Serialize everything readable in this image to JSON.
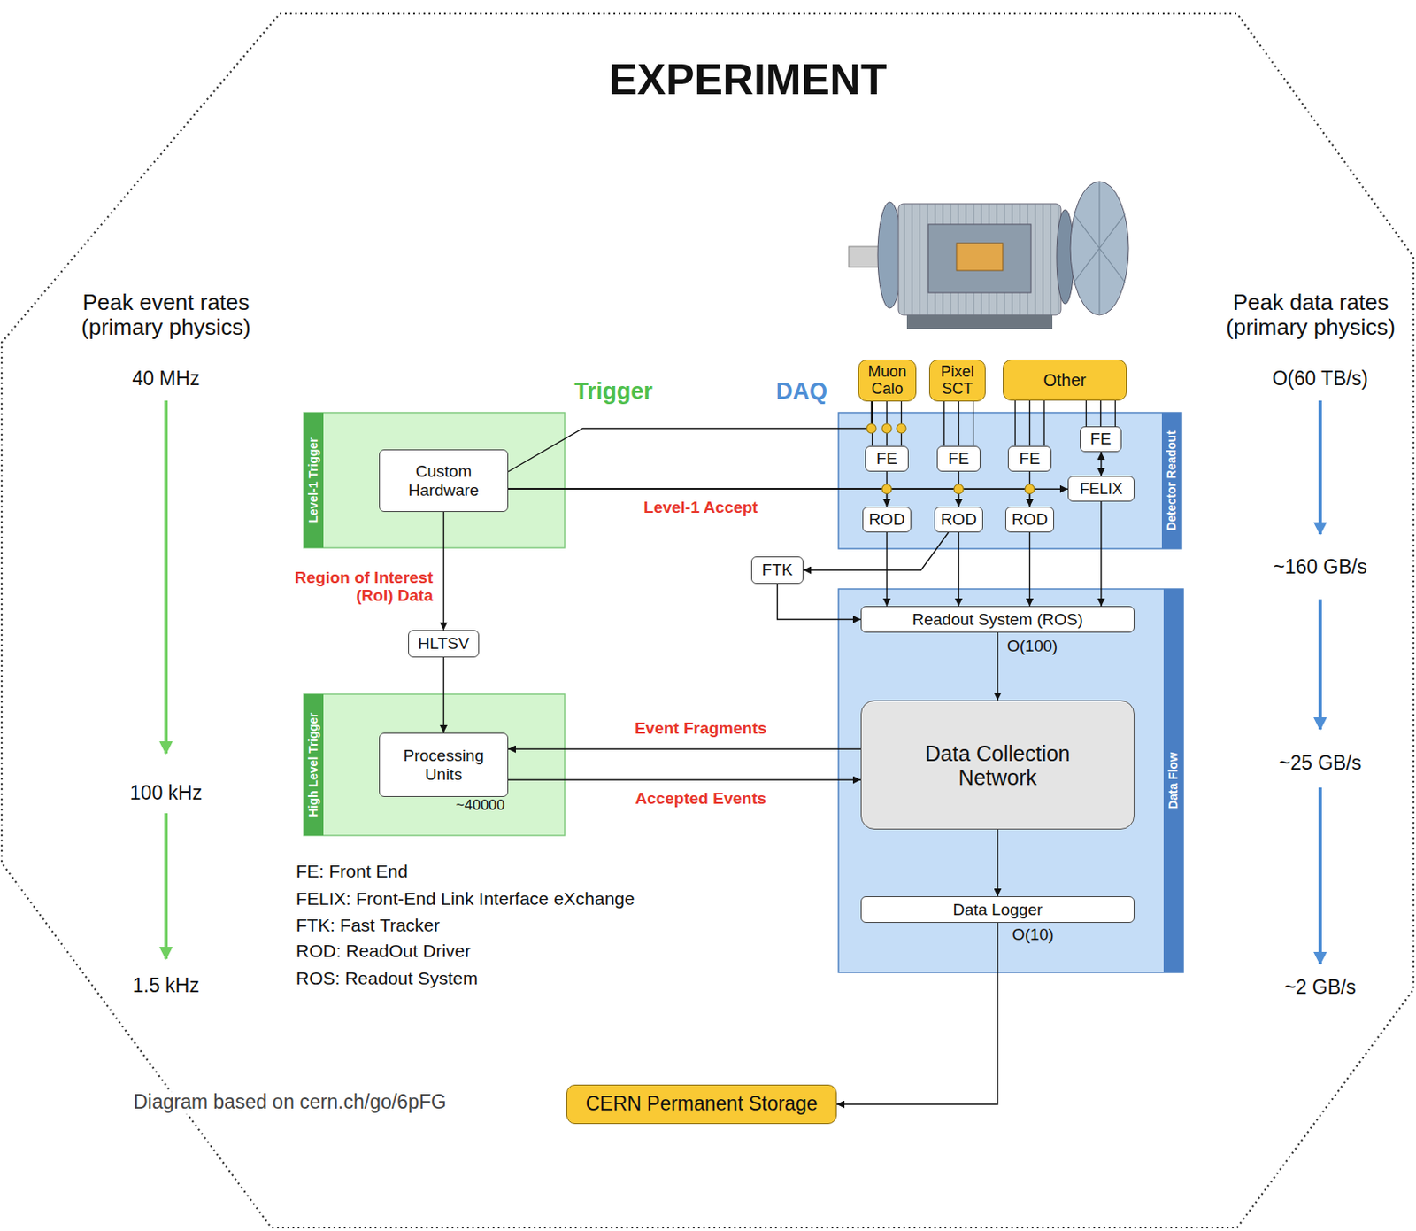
{
  "diagram": {
    "title": "EXPERIMENT",
    "caption": "Diagram based on cern.ch/go/6pFG",
    "nodes": [
      {
        "text": [
          "Level-1 Trigger"
        ]
      },
      {
        "text": [
          "Custom Hardware"
        ],
        "in": 0
      },
      {
        "text": [
          "Muon Calo"
        ]
      },
      {
        "text": [
          "Pixel SCT"
        ]
      },
      {
        "text": [
          "Other"
        ]
      },
      {
        "text": [
          "Detector Readout"
        ]
      },
      {
        "text": [
          "FE"
        ],
        "in": 5
      },
      {
        "text": [
          "FE"
        ],
        "in": 5
      },
      {
        "text": [
          "FE"
        ],
        "in": 5
      },
      {
        "text": [
          "FE"
        ],
        "in": 5
      },
      {
        "text": [
          "FELIX"
        ],
        "in": 5
      },
      {
        "text": [
          "ROD"
        ],
        "in": 5
      },
      {
        "text": [
          "ROD"
        ],
        "in": 5
      },
      {
        "text": [
          "ROD"
        ],
        "in": 5
      },
      {
        "text": [
          "FTK"
        ]
      },
      {
        "text": [
          "HLTSV"
        ]
      },
      {
        "text": [
          "High Level Trigger"
        ]
      },
      {
        "text": [
          "Processing Units",
          "~40000"
        ],
        "in": 16
      },
      {
        "text": [
          "Data Flow"
        ]
      },
      {
        "text": [
          "Readout System (ROS)"
        ],
        "in": 18
      },
      {
        "text": [
          "Data Collection Network"
        ],
        "in": 18
      },
      {
        "text": [
          "Data Logger"
        ],
        "in": 18
      },
      {
        "text": [
          "CERN Permanent Storage"
        ]
      }
    ],
    "edges": [
      {
        "from": 2,
        "to": 1,
        "arrow": "none"
      },
      {
        "from": 1,
        "to": 11,
        "label": "Level-1 Accept",
        "arrow": "to"
      },
      {
        "from": 1,
        "to": 12,
        "arrow": "to"
      },
      {
        "from": 1,
        "to": 13,
        "arrow": "to"
      },
      {
        "from": 1,
        "to": 10,
        "arrow": "to"
      },
      {
        "from": 2,
        "to": 6,
        "arrow": "none"
      },
      {
        "from": 3,
        "to": 7,
        "arrow": "none"
      },
      {
        "from": 4,
        "to": 8,
        "arrow": "none"
      },
      {
        "from": 4,
        "to": 9,
        "arrow": "none"
      },
      {
        "from": 9,
        "to": 10,
        "arrow": "both"
      },
      {
        "from": 6,
        "to": 11,
        "arrow": "none"
      },
      {
        "from": 7,
        "to": 12,
        "arrow": "none"
      },
      {
        "from": 8,
        "to": 13,
        "arrow": "none"
      },
      {
        "from": 12,
        "to": 14,
        "arrow": "to"
      },
      {
        "from": 11,
        "to": 19,
        "arrow": "to"
      },
      {
        "from": 12,
        "to": 19,
        "arrow": "to"
      },
      {
        "from": 13,
        "to": 19,
        "arrow": "to"
      },
      {
        "from": 10,
        "to": 19,
        "arrow": "to"
      },
      {
        "from": 14,
        "to": 19,
        "arrow": "to"
      },
      {
        "from": 1,
        "to": 15,
        "label": "Region of Interest (RoI) Data",
        "arrow": "to"
      },
      {
        "from": 15,
        "to": 17,
        "arrow": "to"
      },
      {
        "from": 20,
        "to": 17,
        "label": "Event Fragments",
        "arrow": "to"
      },
      {
        "from": 17,
        "to": 20,
        "label": "Accepted Events",
        "arrow": "to"
      },
      {
        "from": 19,
        "to": 20,
        "label": "O(100)",
        "arrow": "to"
      },
      {
        "from": 20,
        "to": 21,
        "arrow": "to"
      },
      {
        "from": 21,
        "to": 22,
        "label": "O(10)",
        "arrow": "to"
      }
    ],
    "labels": [
      "Trigger",
      "DAQ",
      "Peak event rates (primary physics)",
      "40 MHz",
      "100 kHz",
      "1.5 kHz",
      "Peak data rates (primary physics)",
      "O(60 TB/s)",
      "~160 GB/s",
      "~25 GB/s",
      "~2 GB/s",
      "FE: Front End",
      "FELIX: Front-End Link Interface eXchange",
      "FTK: Fast Tracker",
      "ROD: ReadOut Driver",
      "ROS: Readout System"
    ]
  }
}
